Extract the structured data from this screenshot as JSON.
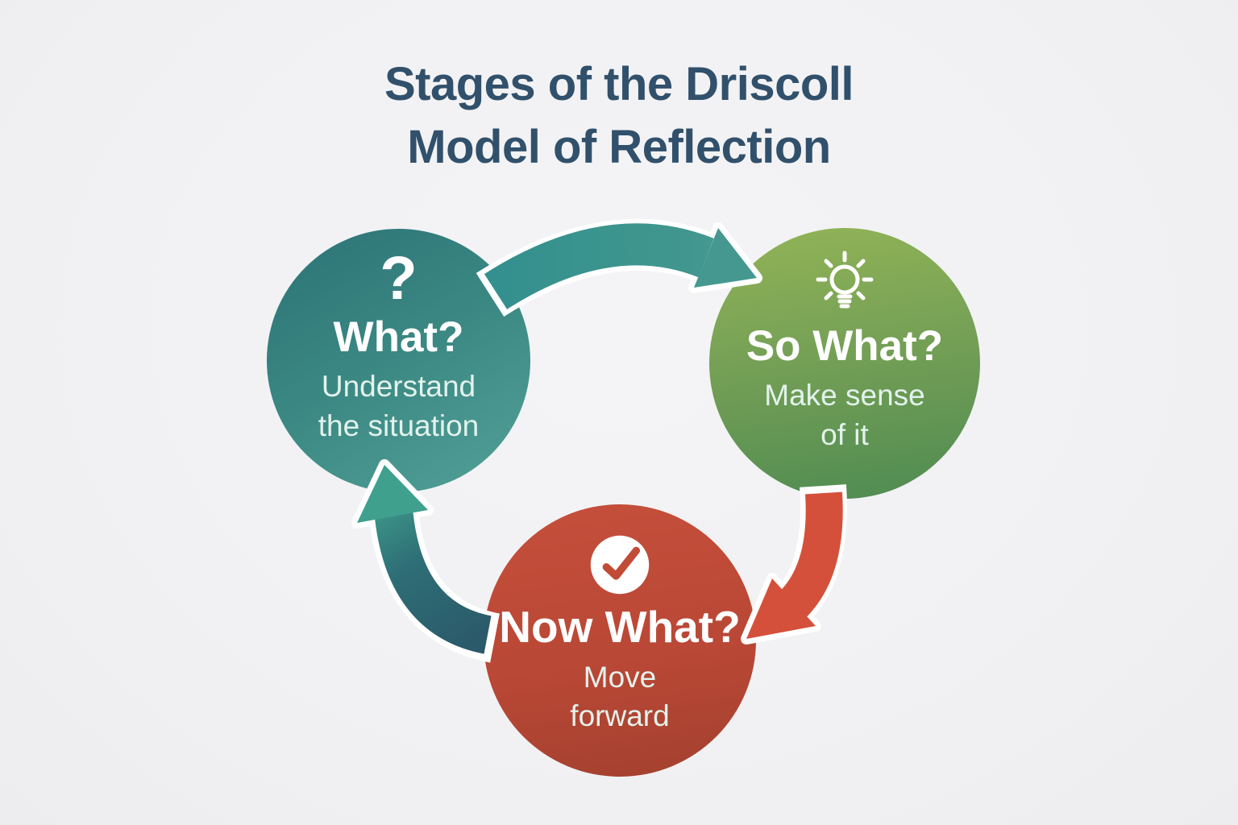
{
  "title": {
    "line1": "Stages of the Driscoll",
    "line2": "Model of Reflection"
  },
  "stages": [
    {
      "heading": "What?",
      "icon": "question-mark-icon",
      "icon_glyph": "?",
      "sub1": "Understand",
      "sub2": "the situation",
      "color_top": "#2c7276",
      "color_bottom": "#52a198"
    },
    {
      "heading": "So What?",
      "icon": "lightbulb-icon",
      "sub1": "Make sense",
      "sub2": "of it",
      "color_top": "#92b457",
      "color_bottom": "#4e8b52"
    },
    {
      "heading": "Now What?",
      "icon": "checkmark-icon",
      "sub1": "Move",
      "sub2": "forward",
      "color_top": "#c54f3b",
      "color_bottom": "#a3402f"
    }
  ],
  "arrows": [
    {
      "name": "what-to-so-what",
      "color": "#3a938f"
    },
    {
      "name": "so-what-to-now-what",
      "color": "#d5503a"
    },
    {
      "name": "now-what-to-what",
      "color_start": "#2b5a6a",
      "color_end": "#3fa08e"
    }
  ],
  "colors": {
    "background": "#f1f1f3",
    "title_text": "#31506b",
    "circle_text": "#ffffff",
    "circle_subtext": "#e3f2ec",
    "check_mark": "#c14b36",
    "arrow_outline": "#ffffff"
  }
}
